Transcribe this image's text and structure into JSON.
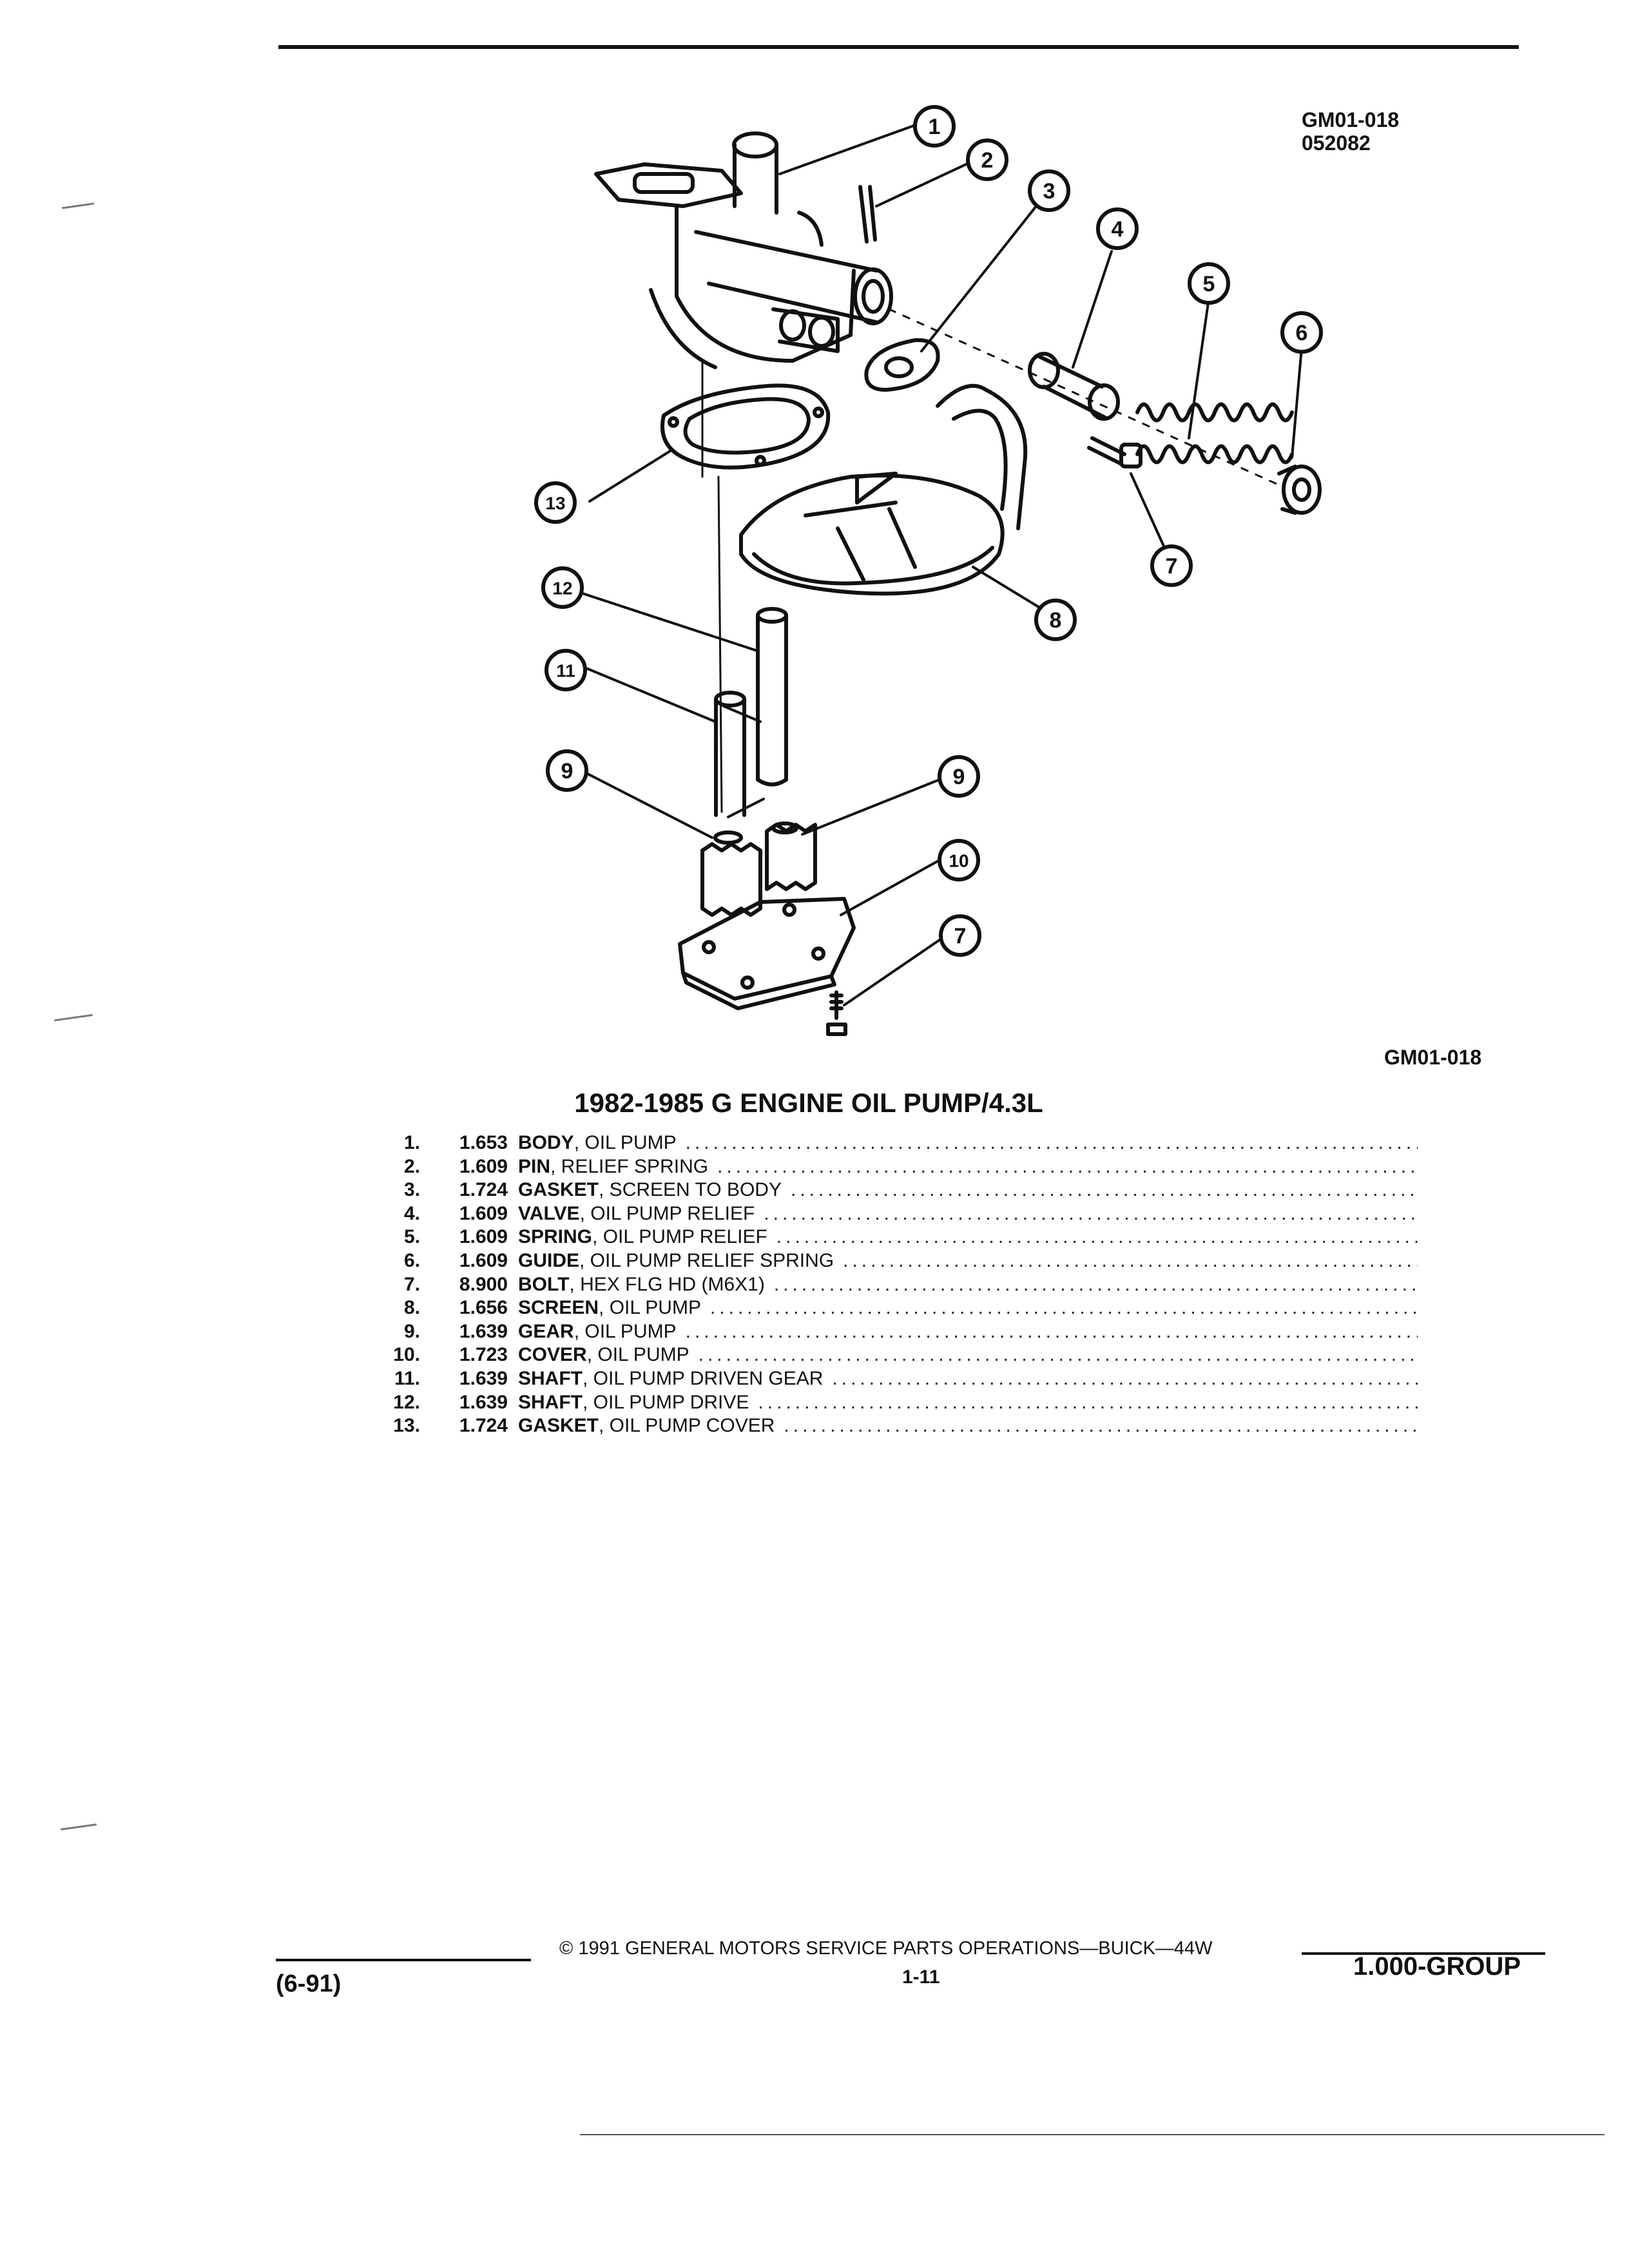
{
  "header": {
    "diagram_code": "GM01-018",
    "diagram_number": "052082"
  },
  "diagram": {
    "code_label": "GM01-018",
    "callouts": [
      "1",
      "2",
      "3",
      "4",
      "5",
      "6",
      "7",
      "8",
      "9",
      "10",
      "11",
      "12",
      "13"
    ]
  },
  "title": "1982-1985 G ENGINE OIL PUMP/4.3L",
  "parts": [
    {
      "num": "1.",
      "code": "1.653",
      "name": "BODY",
      "desc": ", OIL PUMP"
    },
    {
      "num": "2.",
      "code": "1.609",
      "name": "PIN",
      "desc": ", RELIEF SPRING"
    },
    {
      "num": "3.",
      "code": "1.724",
      "name": "GASKET",
      "desc": ", SCREEN TO BODY"
    },
    {
      "num": "4.",
      "code": "1.609",
      "name": "VALVE",
      "desc": ", OIL PUMP RELIEF"
    },
    {
      "num": "5.",
      "code": "1.609",
      "name": "SPRING",
      "desc": ", OIL PUMP RELIEF"
    },
    {
      "num": "6.",
      "code": "1.609",
      "name": "GUIDE",
      "desc": ", OIL PUMP RELIEF SPRING"
    },
    {
      "num": "7.",
      "code": "8.900",
      "name": "BOLT",
      "desc": ", HEX FLG HD (M6X1)"
    },
    {
      "num": "8.",
      "code": "1.656",
      "name": "SCREEN",
      "desc": ", OIL PUMP"
    },
    {
      "num": "9.",
      "code": "1.639",
      "name": "GEAR",
      "desc": ", OIL PUMP"
    },
    {
      "num": "10.",
      "code": "1.723",
      "name": "COVER",
      "desc": ", OIL PUMP"
    },
    {
      "num": "11.",
      "code": "1.639",
      "name": "SHAFT",
      "desc": ", OIL PUMP DRIVEN GEAR"
    },
    {
      "num": "12.",
      "code": "1.639",
      "name": "SHAFT",
      "desc": ", OIL PUMP DRIVE"
    },
    {
      "num": "13.",
      "code": "1.724",
      "name": "GASKET",
      "desc": ", OIL PUMP COVER"
    }
  ],
  "footer": {
    "date": "(6-91)",
    "copyright": "© 1991 GENERAL MOTORS SERVICE PARTS OPERATIONS—BUICK—44W",
    "page": "1-11",
    "group": "1.000-GROUP"
  }
}
